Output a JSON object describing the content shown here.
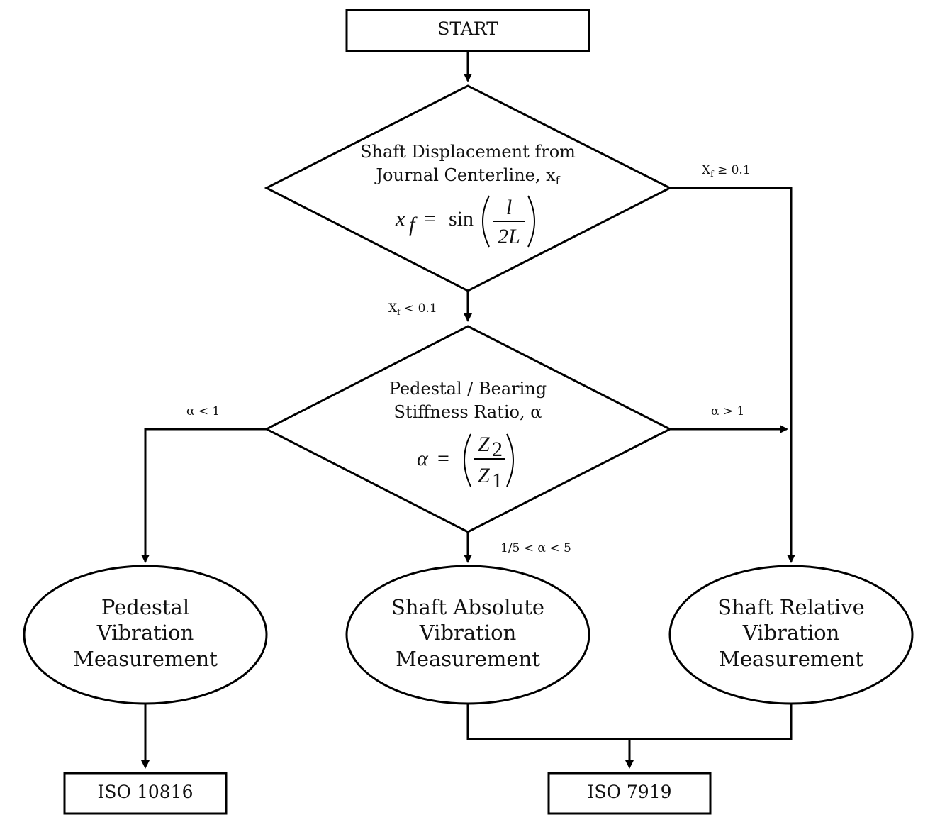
{
  "flowchart": {
    "start": "START",
    "decision1": {
      "line1": "Shaft Displacement from",
      "line2": "Journal Centerline, x",
      "line2_sub": "f",
      "formula": {
        "lhs": "x",
        "lhs_sub": "f",
        "equals": "=",
        "func": "sin",
        "numerator": "l",
        "denominator": "2L"
      }
    },
    "cond_right1": "X",
    "cond_right1_sub": "f",
    "cond_right1_rest": " ≥ 0.1",
    "cond_down1": "X",
    "cond_down1_sub": "f",
    "cond_down1_rest": " < 0.1",
    "decision2": {
      "line1": "Pedestal / Bearing",
      "line2": "Stiffness Ratio, α",
      "formula": {
        "lhs": "α",
        "equals": "=",
        "numerator": "Z",
        "numerator_sub": "2",
        "denominator": "Z",
        "denominator_sub": "1"
      }
    },
    "cond_left2": "α < 1",
    "cond_right2": "α > 1",
    "cond_down2": "1/5 < α < 5",
    "pedestal": [
      "Pedestal",
      "Vibration",
      "Measurement"
    ],
    "absolute": [
      "Shaft Absolute",
      "Vibration",
      "Measurement"
    ],
    "relative": [
      "Shaft Relative",
      "Vibration",
      "Measurement"
    ],
    "iso_left": "ISO 10816",
    "iso_right": "ISO 7919"
  }
}
